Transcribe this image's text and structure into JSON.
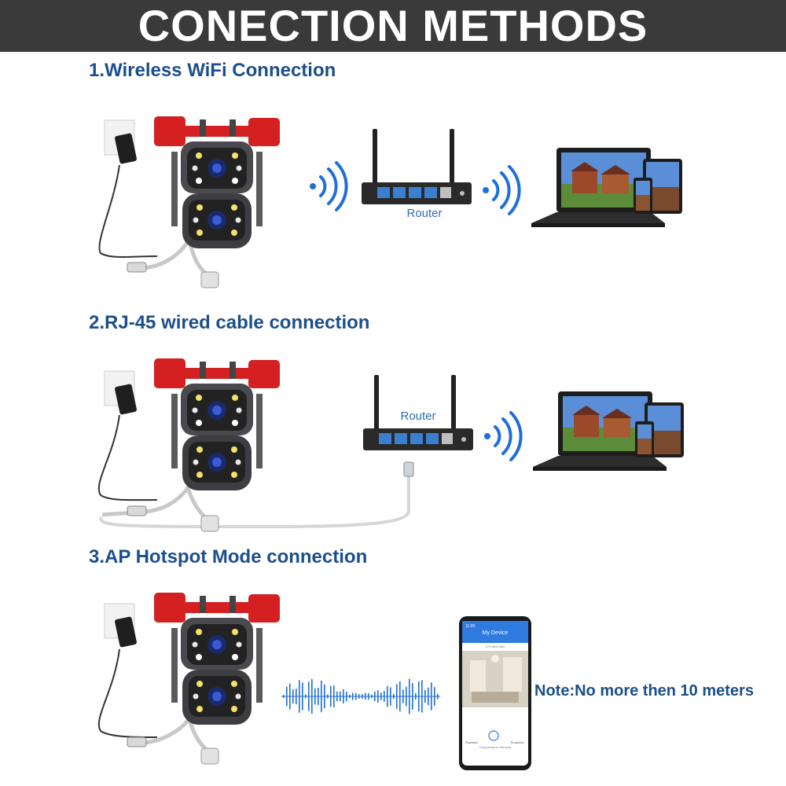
{
  "header": {
    "title": "CONECTION METHODS"
  },
  "sections": [
    {
      "heading": "1.Wireless WiFi Connection",
      "router_label": "Router"
    },
    {
      "heading": "2.RJ-45 wired cable connection",
      "router_label": "Router"
    },
    {
      "heading": "3.AP Hotspot Mode connection"
    }
  ],
  "note": "Note:No more then 10 meters",
  "phone": {
    "status_time": "11:09",
    "app_title": "My Device",
    "device_id": "LTV-###-HAA",
    "btn_left": "Playback",
    "btn_right": "Snapshot",
    "hint": "Long press to intercom"
  },
  "colors": {
    "heading": "#1c4f8a",
    "title_bar": "#3a3a3a",
    "camera_red": "#d42020",
    "wave": "#1e6fd9"
  }
}
